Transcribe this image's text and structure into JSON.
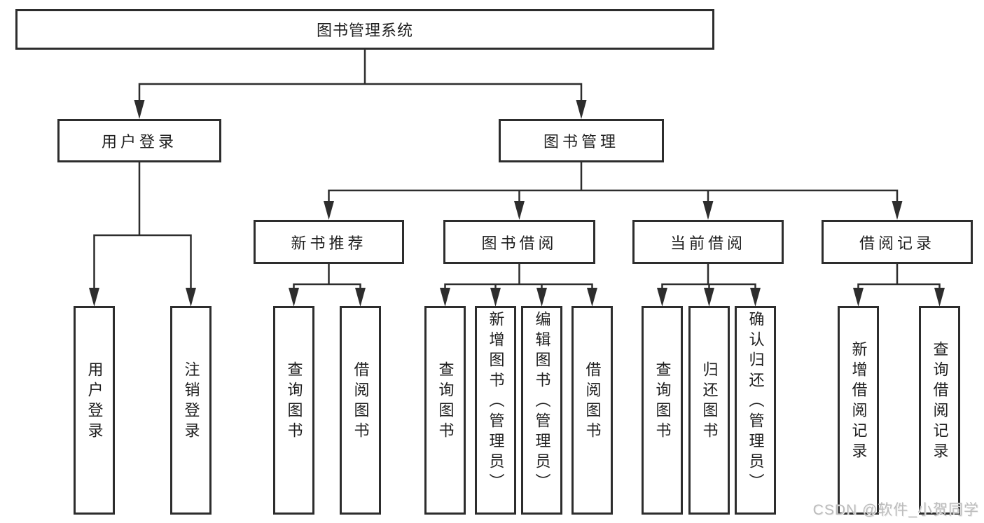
{
  "tree": {
    "label": "图书管理系统",
    "children": [
      {
        "label": "用户登录",
        "children": [
          {
            "label": "用户登录"
          },
          {
            "label": "注销登录"
          }
        ]
      },
      {
        "label": "图书管理",
        "children": [
          {
            "label": "新书推荐",
            "children": [
              {
                "label": "查询图书"
              },
              {
                "label": "借阅图书"
              }
            ]
          },
          {
            "label": "图书借阅",
            "children": [
              {
                "label": "查询图书"
              },
              {
                "label": "新增图书（管理员）"
              },
              {
                "label": "编辑图书（管理员）"
              },
              {
                "label": "借阅图书"
              }
            ]
          },
          {
            "label": "当前借阅",
            "children": [
              {
                "label": "查询图书"
              },
              {
                "label": "归还图书"
              },
              {
                "label": "确认归还（管理员）"
              }
            ]
          },
          {
            "label": "借阅记录",
            "children": [
              {
                "label": "新增借阅记录"
              },
              {
                "label": "查询借阅记录"
              }
            ]
          }
        ]
      }
    ]
  },
  "watermark": {
    "text": "CSDN @软件_小贺同学"
  },
  "colors": {
    "line": "#2d2d2d",
    "box_border": "#2d2d2d",
    "text": "#1f1f1f",
    "watermark": "#bcbcbc",
    "background": "#ffffff"
  }
}
